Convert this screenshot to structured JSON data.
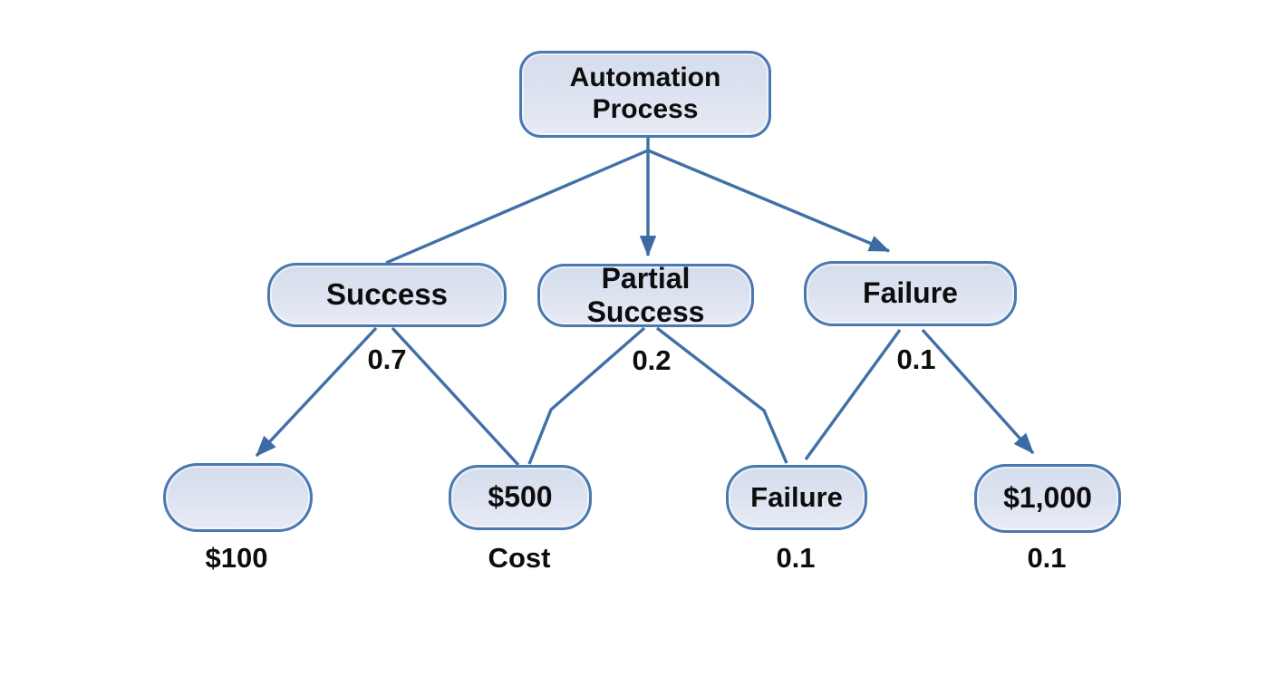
{
  "diagram": {
    "type": "decision-tree",
    "background": "#ffffff",
    "colors": {
      "node_fill": "#dde3f0",
      "node_border": "#4a78b0",
      "edge": "#4070a8",
      "arrowhead": "#3c6aa2",
      "text": "#0d0d0d"
    },
    "nodes": {
      "root": {
        "label": "Automation Process"
      },
      "success": {
        "label": "Success",
        "probability": "0.7"
      },
      "partial_success": {
        "label": "Partial Success",
        "probability": "0.2"
      },
      "failure": {
        "label": "Failure",
        "probability": "0.1"
      },
      "outcome_blank": {
        "label": "",
        "caption": "$100"
      },
      "outcome_500": {
        "label": "$500",
        "caption": "Cost"
      },
      "outcome_failure": {
        "label": "Failure",
        "caption": "0.1"
      },
      "outcome_1000": {
        "label": "$1,000",
        "caption": "0.1"
      }
    }
  }
}
